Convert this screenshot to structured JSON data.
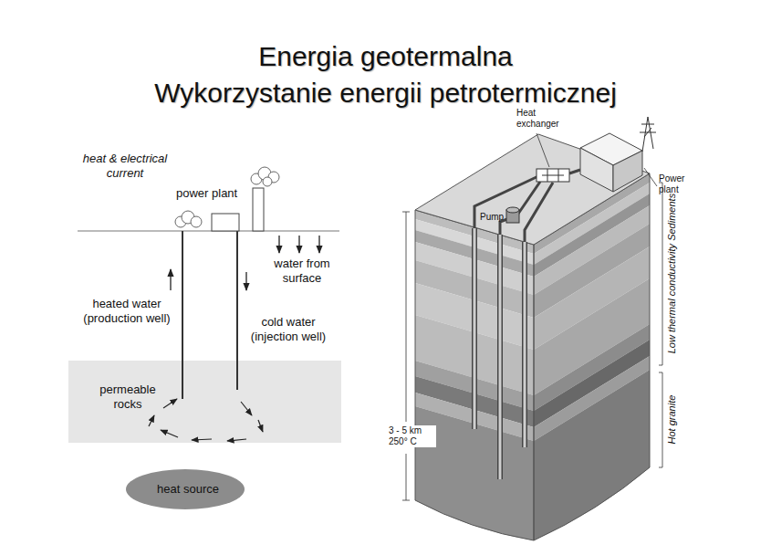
{
  "diagram": {
    "title": "Energia geotermalna",
    "nodes": [
      {
        "text": [
          "power plant"
        ]
      },
      {
        "text": [
          "permeable rocks"
        ]
      },
      {
        "text": [
          "heat source"
        ]
      }
    ],
    "edges": [
      {
        "from": 0,
        "to": 1,
        "arrow": "none"
      }
    ],
    "labels": [
      "Wykorzystanie energii petrotermicznej",
      "heat & electrical current",
      "water from surface",
      "heated water (production well)",
      "cold water (injection well)",
      "Heat exchanger",
      "Pump",
      "Power plant",
      "Low thermal conductivity Sediments",
      "Hot granite",
      "3 - 5 km 250° C"
    ]
  }
}
